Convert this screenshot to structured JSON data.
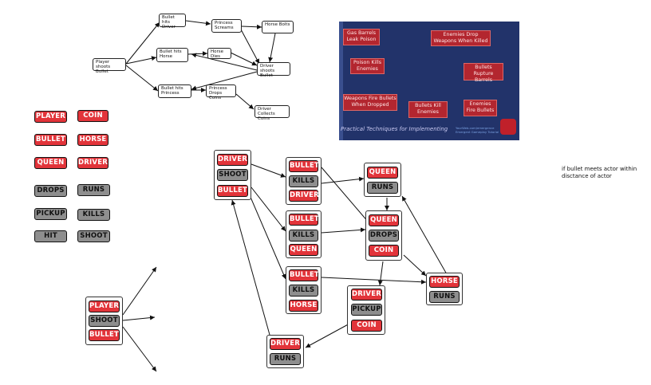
{
  "flowchart": {
    "root": "Player shoots Bullet",
    "hits_driver": "Bullet hits Driver",
    "hits_horse": "Bullet hits Horse",
    "hits_princess": "Bullet hits Princess",
    "princess_screams": "Princess Screams",
    "horse_bolts": "Horse Bolts",
    "horse_dies": "Horse Dies",
    "driver_shoots": "Driver shoots Bullet",
    "princess_drops": "Princess Drops Coins",
    "driver_collects": "Driver Collects Coins"
  },
  "slide": {
    "gas_barrels": "Gas Barrels Leak Poison",
    "enemies_drop": "Enemies Drop Weapons When Killed",
    "poison": "Poison Kills Enemies",
    "bullets_rupture": "Bullets Rupture Barrels",
    "weapons_fire": "Weapons Fire Bullets When Dropped",
    "bullets_kill": "Bullets Kill Enemies",
    "enemies_fire": "Enemies Fire Bullets",
    "caption": "Practical Techniques for Implementing",
    "link_1": "YourWeb.com/emergence",
    "link_2": "Emergent Gameplay Tutorial"
  },
  "palette": {
    "player": "PLAYER",
    "coin": "COIN",
    "bullet": "BULLET",
    "horse": "HORSE",
    "queen": "QUEEN",
    "driver": "DRIVER",
    "drops": "DROPS",
    "runs": "RUNS",
    "pickup": "PICKUP",
    "kills": "KILLS",
    "hit": "HIT",
    "shoot": "SHOOT"
  },
  "source_rule": {
    "subject": "PLAYER",
    "verb": "SHOOT",
    "object": "BULLET"
  },
  "rules": {
    "r1": [
      "DRIVER",
      "SHOOT",
      "BULLET"
    ],
    "r2": [
      "BULLET",
      "KILLS",
      "DRIVER"
    ],
    "r3": [
      "QUEEN",
      "RUNS"
    ],
    "r4": [
      "BULLET",
      "KILLS",
      "QUEEN"
    ],
    "r5": [
      "QUEEN",
      "DROPS",
      "COIN"
    ],
    "r6": [
      "BULLET",
      "KILLS",
      "HORSE"
    ],
    "r7": [
      "HORSE",
      "RUNS"
    ],
    "r8": [
      "DRIVER",
      "PICKUP",
      "COIN"
    ],
    "r9": [
      "DRIVER",
      "RUNS"
    ]
  },
  "note": "if bullet meets actor within disctance of actor",
  "colors": {
    "noun": "#e2343a",
    "verb": "#8e8e8e",
    "slide_bg": "#22336a",
    "slide_box": "#b3262f"
  }
}
